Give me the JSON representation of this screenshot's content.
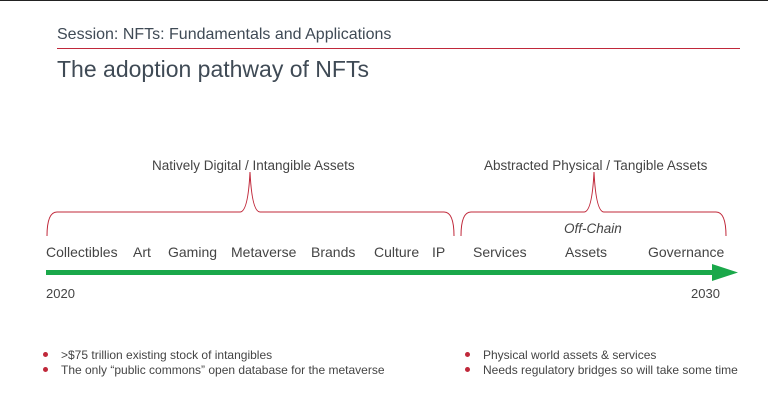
{
  "header": {
    "session": "Session: NFTs: Fundamentals and Applications",
    "title": "The adoption pathway of NFTs"
  },
  "groups": {
    "left": {
      "label": "Natively Digital / Intangible Assets",
      "items": [
        "Collectibles",
        "Art",
        "Gaming",
        "Metaverse",
        "Brands",
        "Culture",
        "IP"
      ]
    },
    "right": {
      "label": "Abstracted Physical / Tangible Assets",
      "note": "Off-Chain",
      "items": [
        "Services",
        "Assets",
        "Governance"
      ]
    }
  },
  "timeline": {
    "start_year": "2020",
    "end_year": "2030",
    "arrow_color": "#1aa84a"
  },
  "bullets": {
    "left": [
      ">$75 trillion existing stock of intangibles",
      "The only “public commons” open database for the metaverse"
    ],
    "right": [
      "Physical world assets & services",
      "Needs regulatory bridges so will take some time"
    ]
  },
  "colors": {
    "accent": "#c0283a",
    "text": "#444444",
    "heading": "#3f4a55"
  }
}
